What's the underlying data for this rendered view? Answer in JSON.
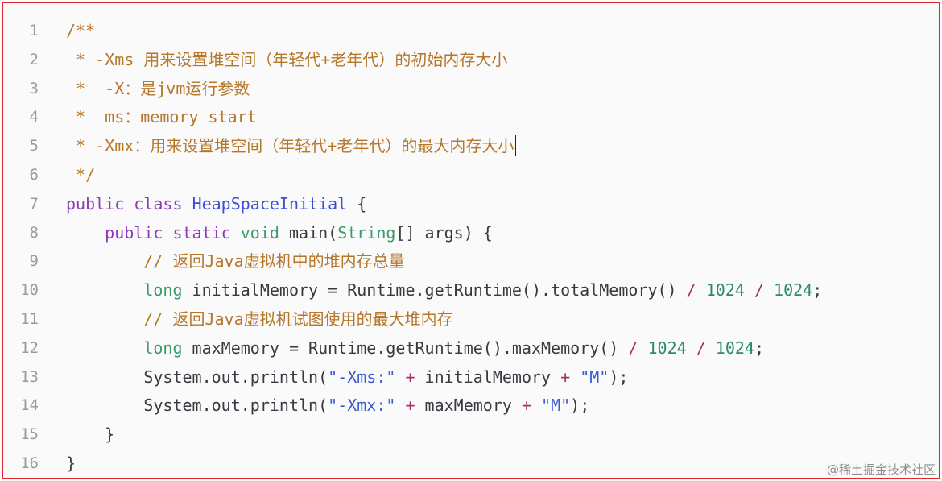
{
  "editor": {
    "lines": [
      {
        "n": "1",
        "tokens": [
          {
            "t": "/**",
            "c": "cm"
          }
        ]
      },
      {
        "n": "2",
        "tokens": [
          {
            "t": " * -Xms 用来设置堆空间（年轻代+老年代）的初始内存大小",
            "c": "cm"
          }
        ]
      },
      {
        "n": "3",
        "tokens": [
          {
            "t": " *  -X：是jvm运行参数",
            "c": "cm"
          }
        ]
      },
      {
        "n": "4",
        "tokens": [
          {
            "t": " *  ms：memory start",
            "c": "cm"
          }
        ]
      },
      {
        "n": "5",
        "tokens": [
          {
            "t": " * -Xmx：用来设置堆空间（年轻代+老年代）的最大内存大小",
            "c": "cm"
          }
        ],
        "cursor": true
      },
      {
        "n": "6",
        "tokens": [
          {
            "t": " */",
            "c": "cm"
          }
        ]
      },
      {
        "n": "7",
        "tokens": [
          {
            "t": "public",
            "c": "kw"
          },
          {
            "t": " ",
            "c": ""
          },
          {
            "t": "class",
            "c": "kw"
          },
          {
            "t": " ",
            "c": ""
          },
          {
            "t": "HeapSpaceInitial",
            "c": "cl"
          },
          {
            "t": " {",
            "c": ""
          }
        ]
      },
      {
        "n": "8",
        "tokens": [
          {
            "t": "    ",
            "c": ""
          },
          {
            "t": "public",
            "c": "kw"
          },
          {
            "t": " ",
            "c": ""
          },
          {
            "t": "static",
            "c": "kw"
          },
          {
            "t": " ",
            "c": ""
          },
          {
            "t": "void",
            "c": "ty"
          },
          {
            "t": " main(",
            "c": ""
          },
          {
            "t": "String",
            "c": "ty"
          },
          {
            "t": "[] args) {",
            "c": ""
          }
        ]
      },
      {
        "n": "9",
        "tokens": [
          {
            "t": "        // 返回Java虚拟机中的堆内存总量",
            "c": "cm"
          }
        ]
      },
      {
        "n": "10",
        "tokens": [
          {
            "t": "        ",
            "c": ""
          },
          {
            "t": "long",
            "c": "ty"
          },
          {
            "t": " initialMemory = Runtime.getRuntime().totalMemory() ",
            "c": ""
          },
          {
            "t": "/",
            "c": "op"
          },
          {
            "t": " ",
            "c": ""
          },
          {
            "t": "1024",
            "c": "num"
          },
          {
            "t": " ",
            "c": ""
          },
          {
            "t": "/",
            "c": "op"
          },
          {
            "t": " ",
            "c": ""
          },
          {
            "t": "1024",
            "c": "num"
          },
          {
            "t": ";",
            "c": ""
          }
        ]
      },
      {
        "n": "11",
        "tokens": [
          {
            "t": "        // 返回Java虚拟机试图使用的最大堆内存",
            "c": "cm"
          }
        ]
      },
      {
        "n": "12",
        "tokens": [
          {
            "t": "        ",
            "c": ""
          },
          {
            "t": "long",
            "c": "ty"
          },
          {
            "t": " maxMemory = Runtime.getRuntime().maxMemory() ",
            "c": ""
          },
          {
            "t": "/",
            "c": "op"
          },
          {
            "t": " ",
            "c": ""
          },
          {
            "t": "1024",
            "c": "num"
          },
          {
            "t": " ",
            "c": ""
          },
          {
            "t": "/",
            "c": "op"
          },
          {
            "t": " ",
            "c": ""
          },
          {
            "t": "1024",
            "c": "num"
          },
          {
            "t": ";",
            "c": ""
          }
        ]
      },
      {
        "n": "13",
        "tokens": [
          {
            "t": "        System.out.println(",
            "c": ""
          },
          {
            "t": "\"-Xms:\"",
            "c": "strq"
          },
          {
            "t": " ",
            "c": ""
          },
          {
            "t": "+",
            "c": "op"
          },
          {
            "t": " initialMemory ",
            "c": ""
          },
          {
            "t": "+",
            "c": "op"
          },
          {
            "t": " ",
            "c": ""
          },
          {
            "t": "\"M\"",
            "c": "strq"
          },
          {
            "t": ");",
            "c": ""
          }
        ]
      },
      {
        "n": "14",
        "tokens": [
          {
            "t": "        System.out.println(",
            "c": ""
          },
          {
            "t": "\"-Xmx:\"",
            "c": "strq"
          },
          {
            "t": " ",
            "c": ""
          },
          {
            "t": "+",
            "c": "op"
          },
          {
            "t": " maxMemory ",
            "c": ""
          },
          {
            "t": "+",
            "c": "op"
          },
          {
            "t": " ",
            "c": ""
          },
          {
            "t": "\"M\"",
            "c": "strq"
          },
          {
            "t": ");",
            "c": ""
          }
        ]
      },
      {
        "n": "15",
        "tokens": [
          {
            "t": "    }",
            "c": ""
          }
        ]
      },
      {
        "n": "16",
        "tokens": [
          {
            "t": "}",
            "c": ""
          }
        ]
      }
    ]
  },
  "watermark": "@稀土掘金技术社区",
  "colors": {
    "border": "#e0282e",
    "comment": "#b5772a",
    "keyword": "#8a3ab9",
    "type": "#3c9a6e",
    "class_name": "#3b4fd6",
    "number": "#2d8a6a",
    "operator": "#a6326d"
  }
}
